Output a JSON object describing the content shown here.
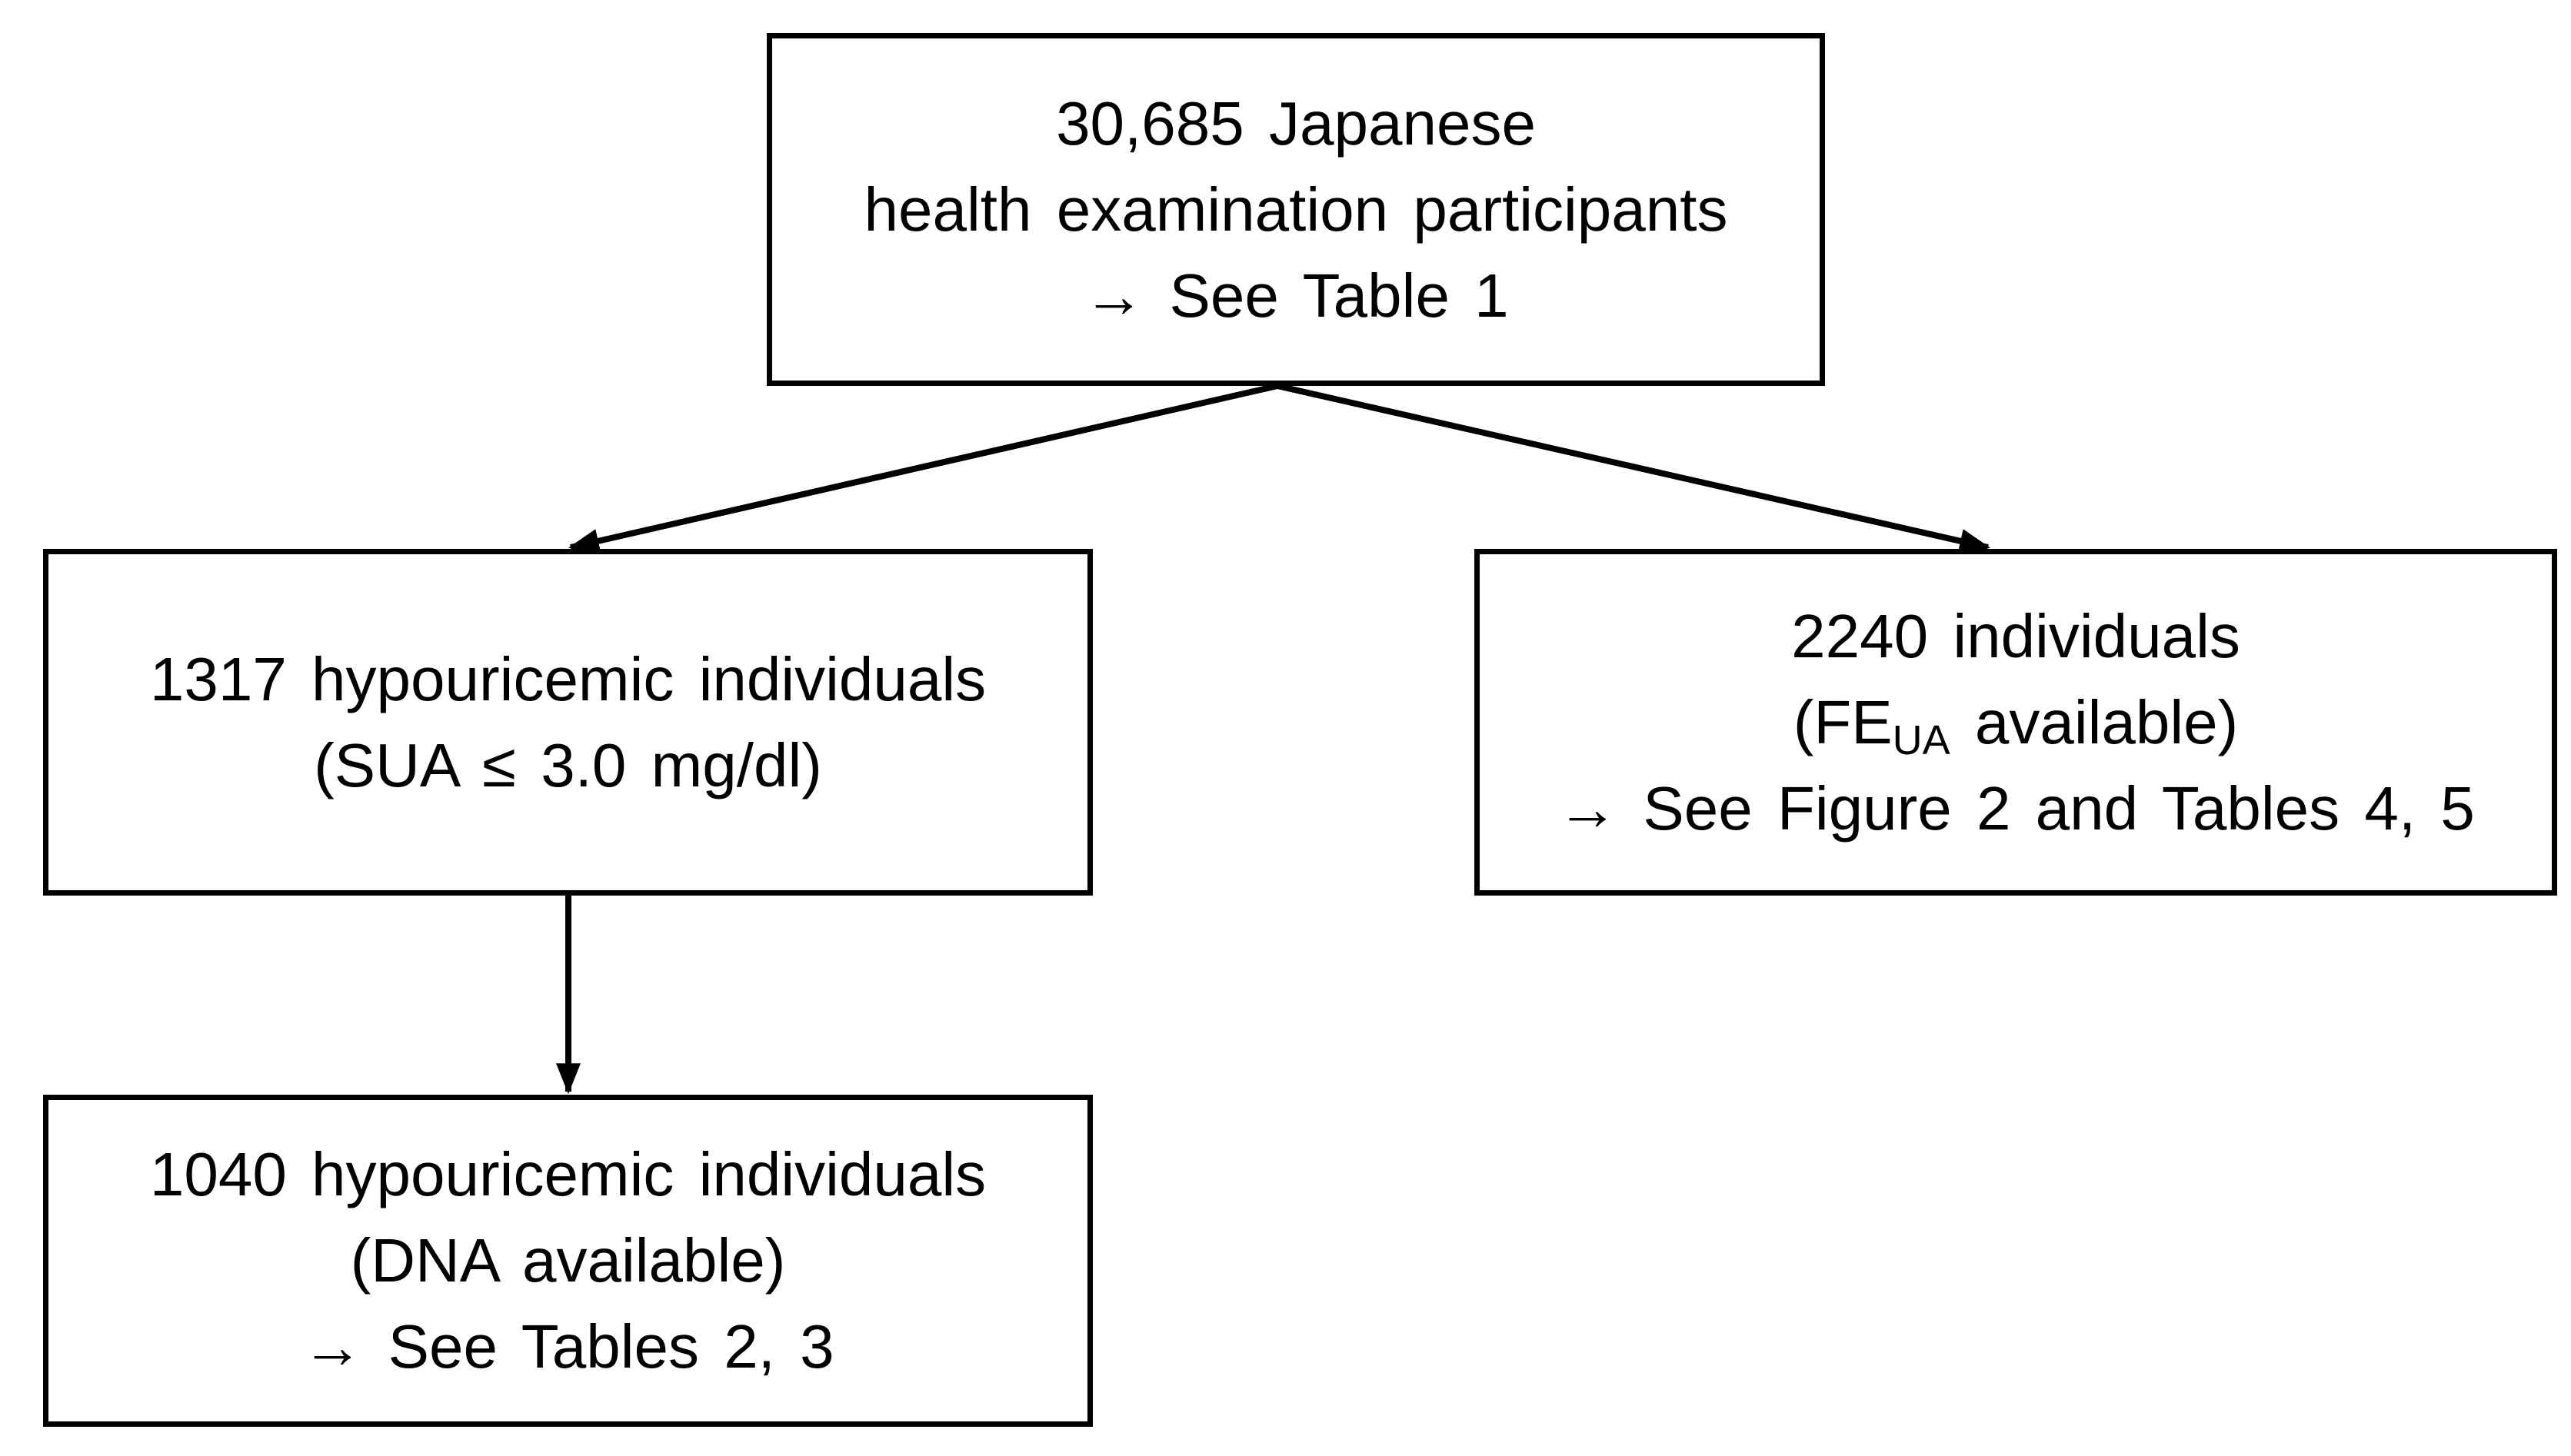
{
  "boxes": {
    "top": {
      "line1": "30,685 Japanese",
      "line2": "health examination participants",
      "line3": "→ See Table 1"
    },
    "left": {
      "line1": "1317 hypouricemic individuals",
      "line2": "(SUA ≤ 3.0 mg/dl)"
    },
    "right": {
      "line1": "2240 individuals",
      "line2_prefix": "(FE",
      "line2_sub": "UA",
      "line2_suffix": " available)",
      "line3": "→ See Figure 2 and Tables 4, 5"
    },
    "bottom": {
      "line1": "1040 hypouricemic individuals",
      "line2": "(DNA available)",
      "line3": "→ See Tables 2, 3"
    }
  },
  "colors": {
    "stroke": "#000000",
    "background": "#ffffff"
  }
}
